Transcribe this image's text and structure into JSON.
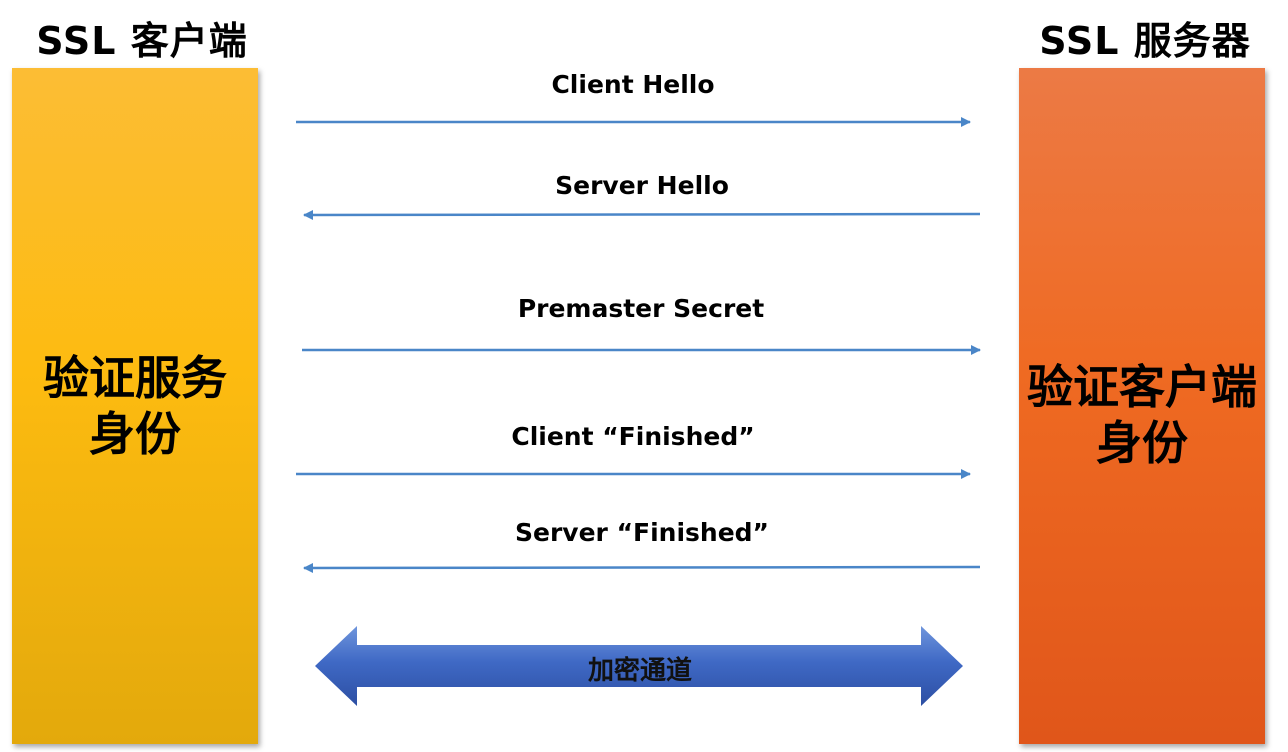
{
  "client": {
    "heading": "SSL 客户端",
    "pillar_text": "验证服务\n身份"
  },
  "server": {
    "heading": "SSL 服务器",
    "pillar_text": "验证客户端\n身份"
  },
  "messages": [
    {
      "label": "Client Hello",
      "direction": "to-server"
    },
    {
      "label": "Server Hello",
      "direction": "to-client"
    },
    {
      "label": "Premaster Secret",
      "direction": "to-server"
    },
    {
      "label": "Client “Finished”",
      "direction": "to-server"
    },
    {
      "label": "Server “Finished”",
      "direction": "to-client"
    }
  ],
  "channel": {
    "label": "加密通道"
  },
  "colors": {
    "arrow_line": "#4a86c8",
    "channel_fill": "#3a64c0",
    "client_pillar": "#fdbb10",
    "server_pillar": "#ef6a22"
  }
}
